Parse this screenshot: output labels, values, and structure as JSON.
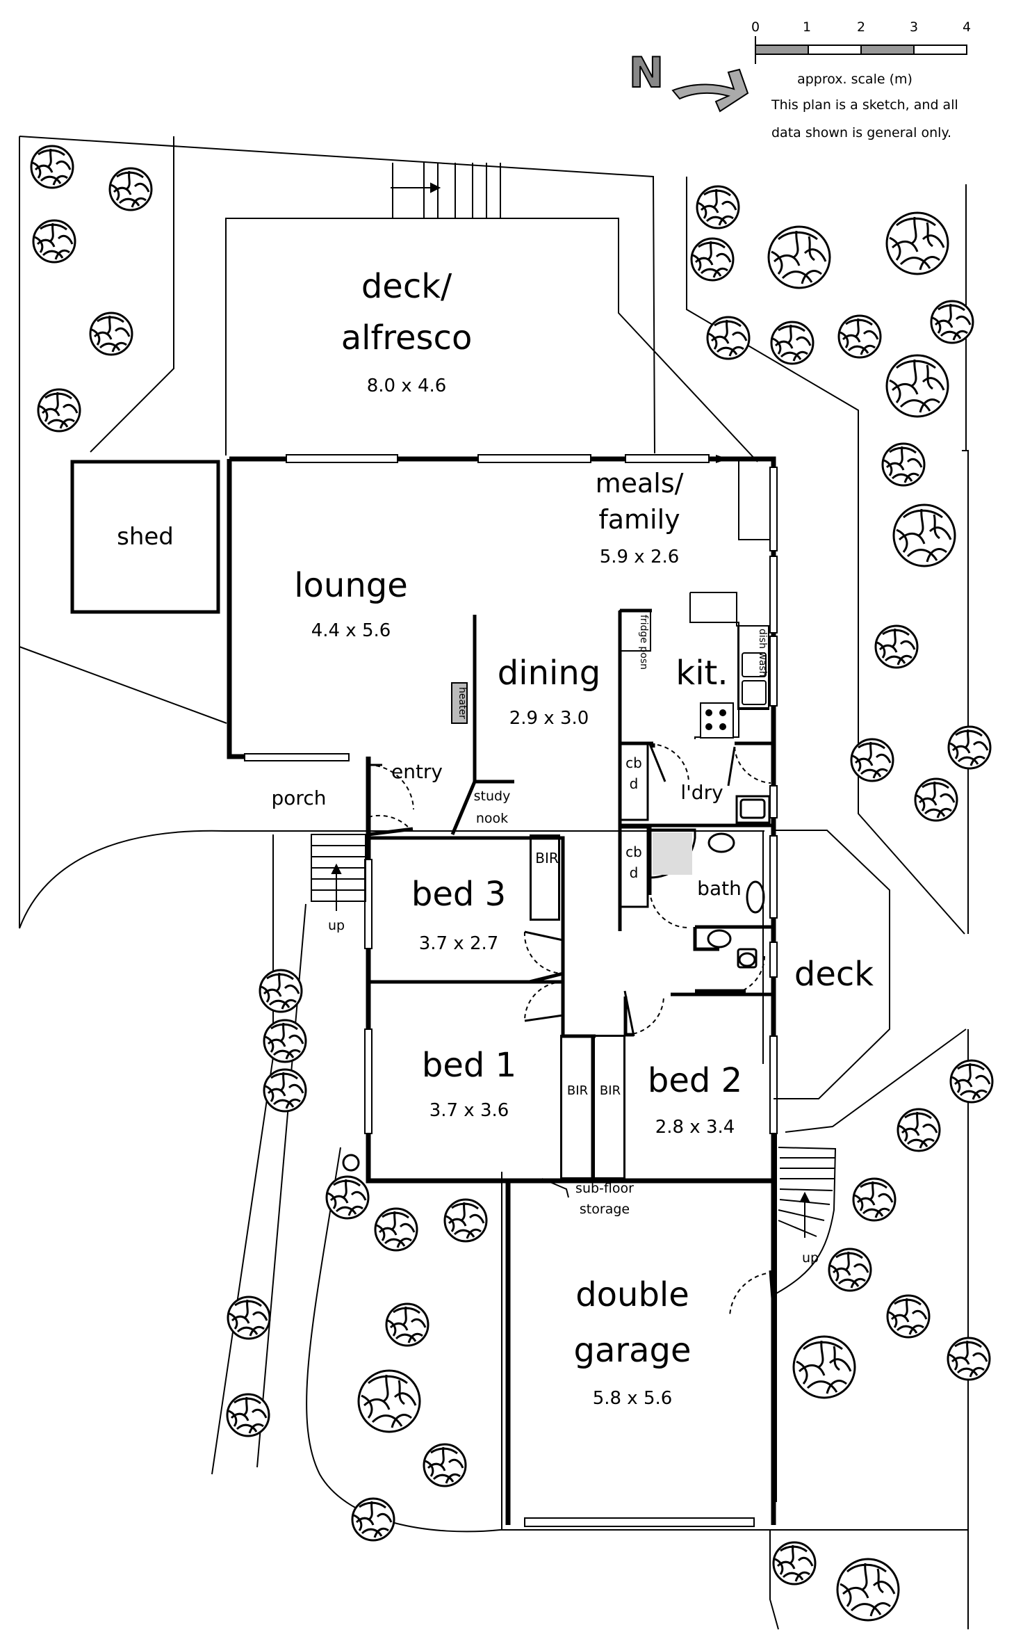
{
  "scale": {
    "ticks": [
      "0",
      "1",
      "2",
      "3",
      "4"
    ],
    "title": "approx. scale (m)",
    "note_line1": "This plan is a sketch, and all",
    "note_line2": "data shown is general only."
  },
  "compass": {
    "label": "N"
  },
  "rooms": {
    "deck_alfresco": {
      "line1": "deck/",
      "line2": "alfresco",
      "dims": "8.0 x 4.6"
    },
    "shed": {
      "name": "shed"
    },
    "lounge": {
      "name": "lounge",
      "dims": "4.4 x 5.6"
    },
    "meals": {
      "line1": "meals/",
      "line2": "family",
      "dims": "5.9 x 2.6"
    },
    "dining": {
      "name": "dining",
      "dims": "2.9 x 3.0"
    },
    "kitchen": {
      "name": "kit.",
      "fridge": "fridge posn",
      "dishwash": "dish wash"
    },
    "heater": "heater",
    "entry": "entry",
    "porch": "porch",
    "study_nook": {
      "line1": "study",
      "line2": "nook"
    },
    "laundry": "l'dry",
    "bath": "bath",
    "cbd_upper": "cbd",
    "cbd_lower": "cbd",
    "bed3": {
      "name": "bed 3",
      "dims": "3.7 x 2.7",
      "bir": "BIR"
    },
    "bed1": {
      "name": "bed 1",
      "dims": "3.7 x 3.6",
      "bir": "BIR"
    },
    "bed2": {
      "name": "bed 2",
      "dims": "2.8 x 3.4",
      "bir": "BIR"
    },
    "deck": {
      "name": "deck"
    },
    "subfloor": {
      "line1": "sub-floor",
      "line2": "storage"
    },
    "garage": {
      "line1": "double",
      "line2": "garage",
      "dims": "5.8 x 5.6"
    }
  },
  "stairs": {
    "up_left": "up",
    "up_right": "up"
  }
}
